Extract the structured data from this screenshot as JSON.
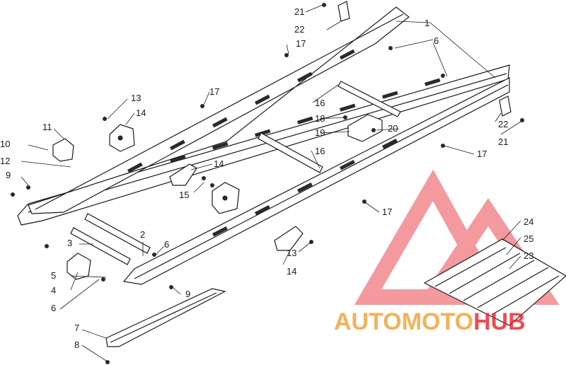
{
  "callouts": [
    {
      "num": "1"
    },
    {
      "num": "2"
    },
    {
      "num": "3"
    },
    {
      "num": "4"
    },
    {
      "num": "5"
    },
    {
      "num": "6"
    },
    {
      "num": "6"
    },
    {
      "num": "6"
    },
    {
      "num": "7"
    },
    {
      "num": "8"
    },
    {
      "num": "9"
    },
    {
      "num": "9"
    },
    {
      "num": "10"
    },
    {
      "num": "11"
    },
    {
      "num": "12"
    },
    {
      "num": "13"
    },
    {
      "num": "13"
    },
    {
      "num": "14"
    },
    {
      "num": "14"
    },
    {
      "num": "14"
    },
    {
      "num": "15"
    },
    {
      "num": "16"
    },
    {
      "num": "16"
    },
    {
      "num": "17"
    },
    {
      "num": "17"
    },
    {
      "num": "17"
    },
    {
      "num": "17"
    },
    {
      "num": "18"
    },
    {
      "num": "19"
    },
    {
      "num": "20"
    },
    {
      "num": "21"
    },
    {
      "num": "21"
    },
    {
      "num": "22"
    },
    {
      "num": "22"
    },
    {
      "num": "23"
    },
    {
      "num": "24"
    },
    {
      "num": "25"
    }
  ],
  "watermark": {
    "part1": "AUTOMOTO",
    "part2": "HUB",
    "color_primary": "#f0a030",
    "color_secondary": "#e8202a",
    "logo_color": "#e8202a"
  }
}
